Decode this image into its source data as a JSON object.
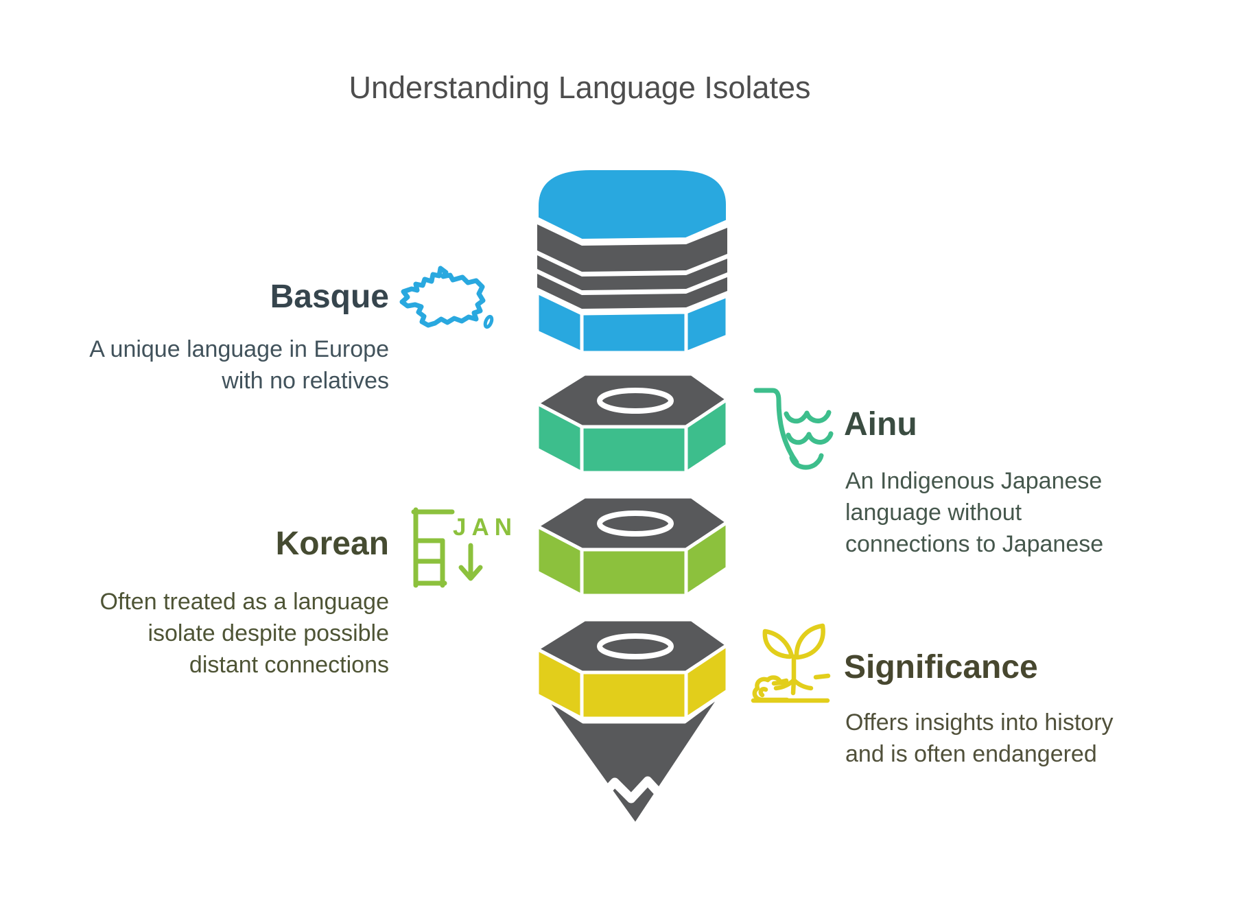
{
  "title": "Understanding Language Isolates",
  "colors": {
    "blue": "#29A8DF",
    "gray": "#58595B",
    "green": "#3DBE8C",
    "olive": "#8CC13D",
    "yellow": "#E2CE1B",
    "white": "#FFFFFF",
    "title_text": "#4D4D4D",
    "basque_heading": "#36454D",
    "basque_text": "#41525B",
    "ainu_heading": "#3A4C41",
    "ainu_text": "#45574C",
    "korean_heading": "#454B31",
    "korean_text": "#4E5435",
    "significance_heading": "#47472F",
    "significance_text": "#50503A"
  },
  "funnel": {
    "segment_count": 4,
    "segments": [
      {
        "label_ref": "basque",
        "color": "blue"
      },
      {
        "label_ref": "ainu",
        "color": "green"
      },
      {
        "label_ref": "korean",
        "color": "olive"
      },
      {
        "label_ref": "significance",
        "color": "yellow"
      }
    ]
  },
  "sections": {
    "basque": {
      "heading": "Basque",
      "icon": "france-map-icon",
      "lines": [
        "A unique language in Europe",
        "with no relatives"
      ]
    },
    "ainu": {
      "heading": "Ainu",
      "icon": "coast-waves-icon",
      "lines": [
        "An Indigenous Japanese",
        "language without",
        "connections to Japanese"
      ]
    },
    "korean": {
      "heading": "Korean",
      "icon": "calendar-jan-icon",
      "icon_label": "JAN",
      "lines": [
        "Often treated as a language",
        "isolate despite possible",
        "distant connections"
      ]
    },
    "significance": {
      "heading": "Significance",
      "icon": "sprout-soil-icon",
      "lines": [
        "Offers insights into history",
        "and is often endangered"
      ]
    }
  }
}
